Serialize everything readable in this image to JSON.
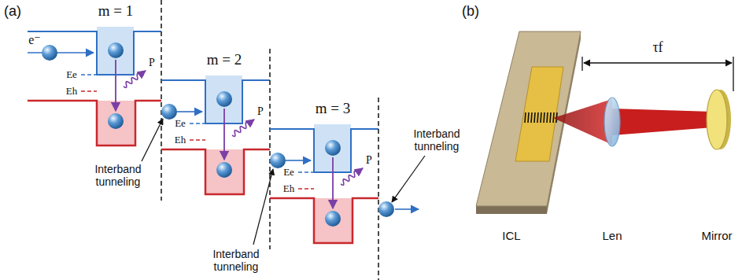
{
  "diagram": {
    "labels": [
      "(a)",
      "m = 1",
      "e⁻",
      "Ee",
      "Eh",
      "P",
      "m = 2",
      "Ee",
      "Eh",
      "P",
      "Interband tunneling",
      "m = 3",
      "Ee",
      "Eh",
      "P",
      "Interband tunneling",
      "Interband tunneling",
      "(b)",
      "τf",
      "ICL",
      "Len",
      "Mirror"
    ]
  }
}
